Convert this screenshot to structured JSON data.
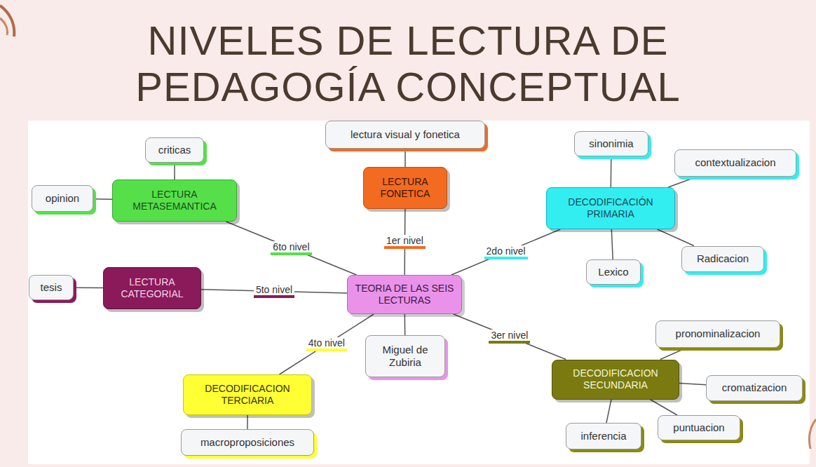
{
  "diagram": {
    "title": "NIVELES DE LECTURA DE PEDAGOGÍA CONCEPTUAL",
    "nodes": [
      {
        "text": [
          "lectura visual y fonetica"
        ]
      },
      {
        "text": [
          "LECTURA FONETICA"
        ]
      },
      {
        "text": [
          "criticas"
        ]
      },
      {
        "text": [
          "opinion"
        ]
      },
      {
        "text": [
          "LECTURA METASEMANTICA"
        ]
      },
      {
        "text": [
          "sinonimia"
        ]
      },
      {
        "text": [
          "contextualizacion"
        ]
      },
      {
        "text": [
          "DECODIFICACIÓN PRIMARIA"
        ]
      },
      {
        "text": [
          "Lexico"
        ]
      },
      {
        "text": [
          "Radicacion"
        ]
      },
      {
        "text": [
          "tesis"
        ]
      },
      {
        "text": [
          "LECTURA CATEGORIAL"
        ]
      },
      {
        "text": [
          "TEORIA DE LAS SEIS LECTURAS"
        ]
      },
      {
        "text": [
          "pronominalizacion"
        ]
      },
      {
        "text": [
          "cromatizacion"
        ]
      },
      {
        "text": [
          "DECODIFICACION SECUNDARIA"
        ]
      },
      {
        "text": [
          "Miguel de Zubiria"
        ]
      },
      {
        "text": [
          "DECODIFICACION TERCIARIA"
        ]
      },
      {
        "text": [
          "inferencia"
        ]
      },
      {
        "text": [
          "puntuacion"
        ]
      },
      {
        "text": [
          "macroproposiciones"
        ]
      }
    ],
    "edges": [
      {
        "from": 12,
        "to": 1,
        "label": "1er nivel",
        "arrow": "none"
      },
      {
        "from": 12,
        "to": 7,
        "label": "2do nivel",
        "arrow": "none"
      },
      {
        "from": 12,
        "to": 15,
        "label": "3er nivel",
        "arrow": "none"
      },
      {
        "from": 12,
        "to": 17,
        "label": "4to nivel",
        "arrow": "none"
      },
      {
        "from": 12,
        "to": 11,
        "label": "5to nivel",
        "arrow": "none"
      },
      {
        "from": 12,
        "to": 4,
        "label": "6to nivel",
        "arrow": "none"
      },
      {
        "from": 12,
        "to": 16,
        "arrow": "none"
      },
      {
        "from": 1,
        "to": 0,
        "arrow": "none"
      },
      {
        "from": 4,
        "to": 2,
        "arrow": "none"
      },
      {
        "from": 4,
        "to": 3,
        "arrow": "none"
      },
      {
        "from": 7,
        "to": 5,
        "arrow": "none"
      },
      {
        "from": 7,
        "to": 6,
        "arrow": "none"
      },
      {
        "from": 7,
        "to": 8,
        "arrow": "none"
      },
      {
        "from": 7,
        "to": 9,
        "arrow": "none"
      },
      {
        "from": 11,
        "to": 10,
        "arrow": "none"
      },
      {
        "from": 15,
        "to": 13,
        "arrow": "none"
      },
      {
        "from": 15,
        "to": 14,
        "arrow": "none"
      },
      {
        "from": 15,
        "to": 18,
        "arrow": "none"
      },
      {
        "from": 15,
        "to": 19,
        "arrow": "none"
      },
      {
        "from": 17,
        "to": 20,
        "arrow": "none"
      }
    ]
  }
}
